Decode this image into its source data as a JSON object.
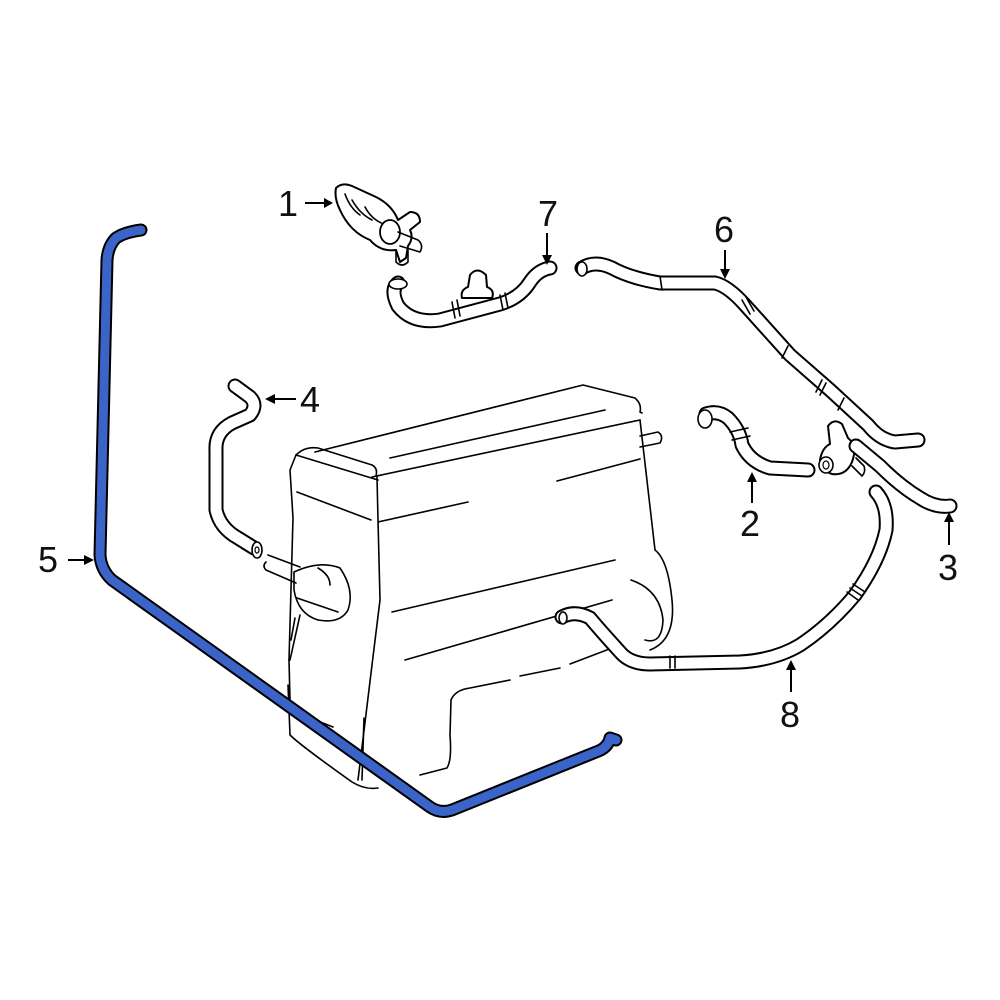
{
  "diagram": {
    "type": "exploded-parts-diagram",
    "subject": "engine coolant / heater hose assembly",
    "highlight_color": "#3a64c8",
    "line_color": "#000000",
    "background": "#ffffff",
    "highlighted_part": "5"
  },
  "callouts": [
    {
      "id": "1",
      "label": "1",
      "part": "valve-assembly",
      "arrow": "right"
    },
    {
      "id": "2",
      "label": "2",
      "part": "hose-elbow",
      "arrow": "up"
    },
    {
      "id": "3",
      "label": "3",
      "part": "hose-lower-right",
      "arrow": "up"
    },
    {
      "id": "4",
      "label": "4",
      "part": "hose-upper-left",
      "arrow": "left"
    },
    {
      "id": "5",
      "label": "5",
      "part": "long-hose-highlighted",
      "arrow": "right"
    },
    {
      "id": "6",
      "label": "6",
      "part": "hose-long-upper-right",
      "arrow": "down"
    },
    {
      "id": "7",
      "label": "7",
      "part": "hose-with-tee",
      "arrow": "down"
    },
    {
      "id": "8",
      "label": "8",
      "part": "hose-lower-loop",
      "arrow": "up"
    }
  ]
}
